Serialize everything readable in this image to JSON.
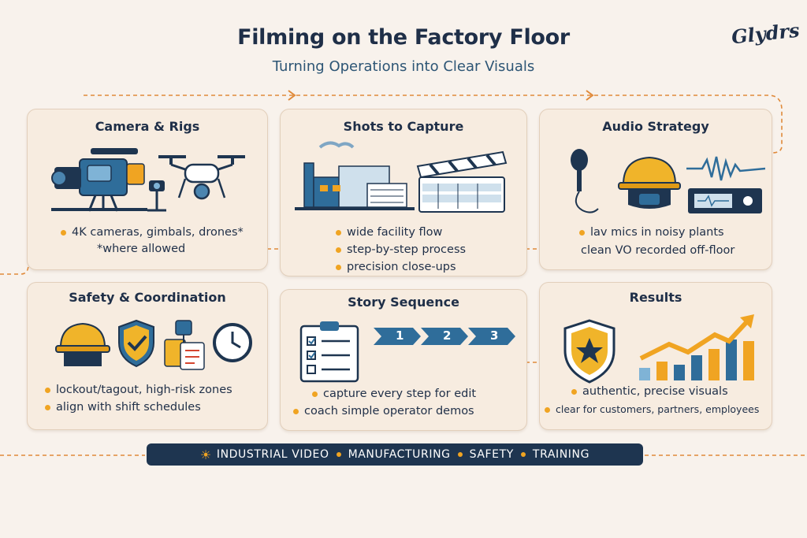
{
  "header": {
    "title": "Filming on the Factory Floor",
    "subtitle": "Turning Operations into Clear Visuals",
    "logo_text": "Glydrs"
  },
  "cards": {
    "camera": {
      "title": "Camera & Rigs",
      "bullets": [
        "4K cameras, gimbals, drones*"
      ],
      "note": "*where allowed",
      "icons": [
        "video-camera-icon",
        "drone-icon",
        "gimbal-icon"
      ]
    },
    "shots": {
      "title": "Shots to Capture",
      "bullets": [
        "wide facility flow",
        "step-by-step process",
        "precision close-ups"
      ],
      "icons": [
        "factory-icon",
        "clapperboard-icon"
      ]
    },
    "audio": {
      "title": "Audio Strategy",
      "bullets": [
        "lav mics in noisy plants",
        "clean VO recorded off-floor"
      ],
      "icons": [
        "microphone-icon",
        "hardhat-icon",
        "waveform-icon",
        "recorder-icon"
      ]
    },
    "safety": {
      "title": "Safety & Coordination",
      "bullets": [
        "lockout/tagout, high-risk zones",
        "align with shift schedules"
      ],
      "icons": [
        "hardhat-icon",
        "shield-check-icon",
        "lockout-tags-icon",
        "clock-icon"
      ]
    },
    "story": {
      "title": "Story Sequence",
      "bullets": [
        "capture every step for edit",
        "coach simple operator demos"
      ],
      "steps": [
        "1",
        "2",
        "3"
      ],
      "icons": [
        "checklist-icon"
      ]
    },
    "results": {
      "title": "Results",
      "bullets": [
        "authentic, precise visuals",
        "clear for customers, partners, employees"
      ],
      "icons": [
        "shield-star-icon",
        "growth-chart-icon"
      ]
    }
  },
  "footer": {
    "tags": [
      "INDUSTRIAL VIDEO",
      "MANUFACTURING",
      "SAFETY",
      "TRAINING"
    ],
    "icon": "sun-icon"
  },
  "colors": {
    "background": "#f8f2ec",
    "card": "#f7ece0",
    "navy": "#1e3550",
    "accent_orange": "#f0a422",
    "accent_blue": "#2f6d9a",
    "connector": "#e08a3a"
  }
}
